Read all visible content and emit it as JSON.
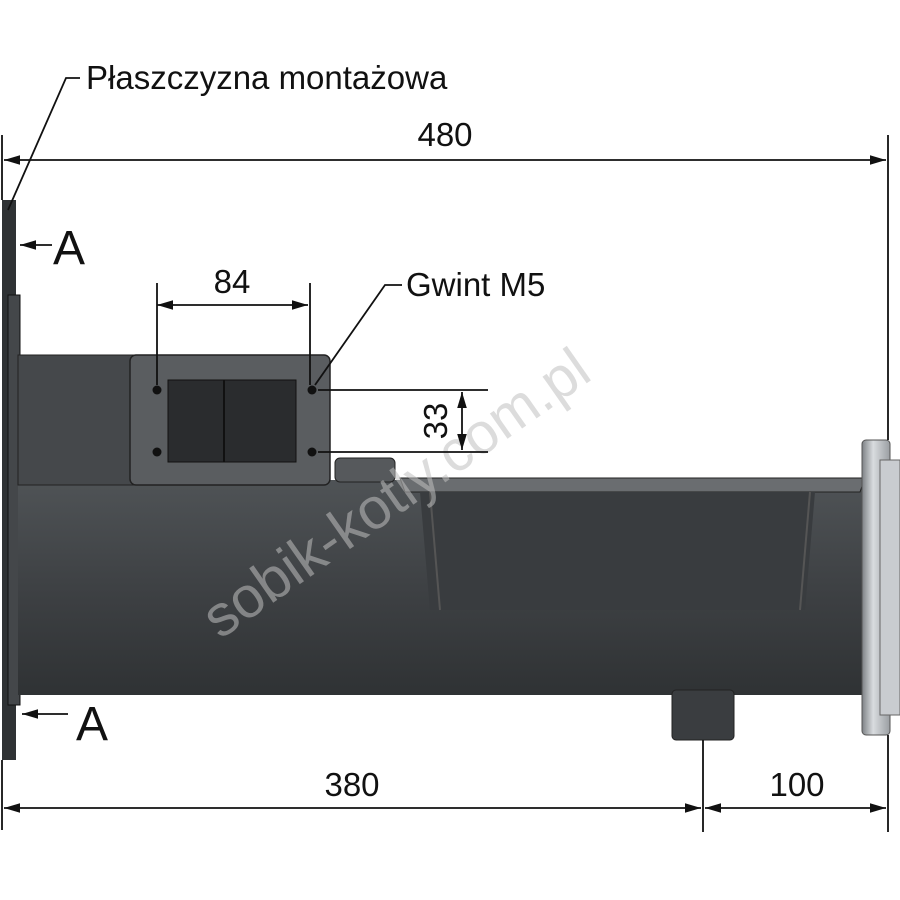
{
  "labels": {
    "mounting_plane": "Płaszczyzna montażowa",
    "thread": "Gwint M5",
    "section_top": "A",
    "section_bottom": "A"
  },
  "dimensions": {
    "overall_length": "480",
    "bracket_width": "84",
    "hole_spacing": "33",
    "outlet_position": "380",
    "outlet_to_flange": "100"
  },
  "watermark": "sobik-kotly.com.pl",
  "colors": {
    "body_dark": "#3c3f42",
    "body_mid": "#4a4d50",
    "bracket_fill": "#5a5d60",
    "flange_light": "#b8bcc0",
    "line": "#111111"
  }
}
